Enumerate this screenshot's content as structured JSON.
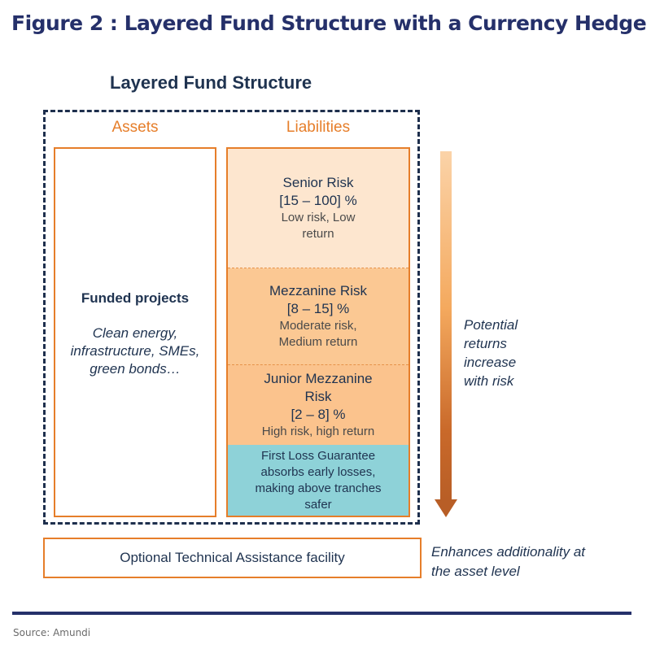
{
  "figure": {
    "title": "Figure 2 : Layered Fund Structure with a Currency Hedge",
    "source": "Source: Amundi"
  },
  "diagram": {
    "title": "Layered Fund Structure",
    "assets": {
      "label": "Assets",
      "heading": "Funded projects",
      "examples_line1": "Clean energy,",
      "examples_line2": "infrastructure, SMEs,",
      "examples_line3": "green bonds…"
    },
    "liabilities": {
      "label": "Liabilities",
      "tranches": [
        {
          "name": "Senior Risk",
          "range": "[15 – 100] %",
          "desc_line1": "Low risk, Low",
          "desc_line2": "return",
          "color": "#fde6cf"
        },
        {
          "name": "Mezzanine Risk",
          "range": "[8 – 15] %",
          "desc_line1": "Moderate risk,",
          "desc_line2": "Medium return",
          "color": "#fbc893"
        },
        {
          "name_line1": "Junior Mezzanine",
          "name_line2": "Risk",
          "range": "[2 – 8] %",
          "desc": "High risk, high return",
          "color": "#fbc38d"
        },
        {
          "line1": "First Loss Guarantee",
          "line2": "absorbs early losses,",
          "line3": "making above tranches",
          "line4": "safer",
          "color": "#8ed2d8"
        }
      ]
    },
    "arrow_note": {
      "line1": "Potential",
      "line2": "returns",
      "line3": "increase",
      "line4": "with risk"
    },
    "technical_assistance": {
      "label": "Optional Technical Assistance facility",
      "note_line1": "Enhances additionality at",
      "note_line2": "the asset level"
    }
  },
  "colors": {
    "navy": "#25306a",
    "orange": "#e67e2a",
    "text": "#1f3350",
    "teal": "#8ed2d8"
  }
}
